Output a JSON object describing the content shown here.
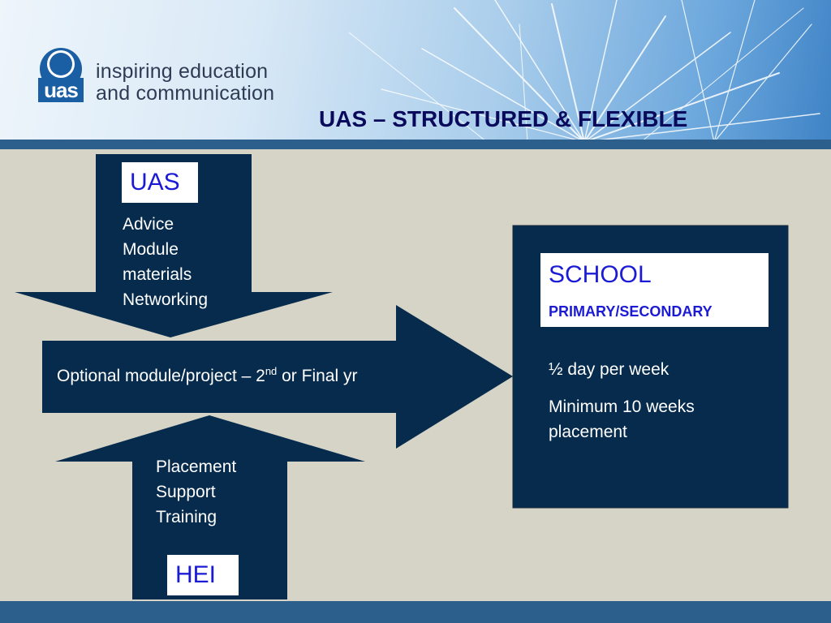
{
  "header": {
    "logo_text": "uas",
    "tagline_line1": "inspiring education",
    "tagline_line2": "and communication"
  },
  "title": "UAS – STRUCTURED & FLEXIBLE",
  "uas_arrow": {
    "label": "UAS",
    "items": [
      "Advice",
      "Module",
      "materials",
      "Networking"
    ]
  },
  "center_arrow": {
    "text_before": "Optional module/project – 2",
    "superscript": "nd",
    "text_after": " or Final yr"
  },
  "hei_arrow": {
    "label": "HEI",
    "items": [
      "Placement",
      "Support",
      "Training"
    ]
  },
  "school_box": {
    "title": "SCHOOL",
    "subtitle": "PRIMARY/SECONDARY",
    "line1": "½ day per week",
    "line2": "Minimum 10 weeks",
    "line3": "placement"
  },
  "colors": {
    "navy": "#062b4d",
    "label_blue": "#1b1bd6",
    "title_navy": "#0a0a5c",
    "band_blue": "#2d5f8c",
    "background": "#d6d4c6"
  }
}
